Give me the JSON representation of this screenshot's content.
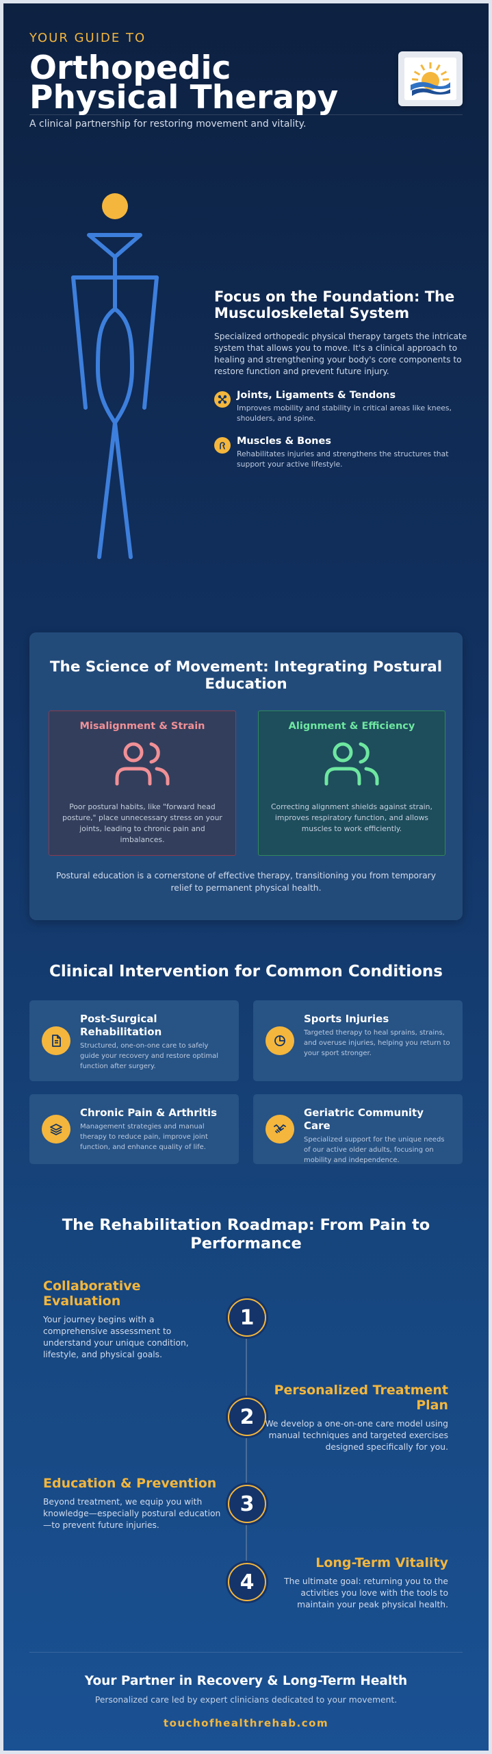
{
  "header": {
    "eyebrow": "YOUR GUIDE TO",
    "title": "Orthopedic Physical Therapy",
    "subtitle": "A clinical partnership for restoring movement and vitality."
  },
  "foundation": {
    "title": "Focus on the Foundation: The Musculoskeletal System",
    "lead": "Specialized orthopedic physical therapy targets the intricate system that allows you to move. It's a clinical approach to healing and strengthening your body's core components to restore function and prevent future injury.",
    "features": [
      {
        "icon": "bone-icon",
        "title": "Joints, Ligaments & Tendons",
        "text": "Improves mobility and stability in critical areas like knees, shoulders, and spine."
      },
      {
        "icon": "muscle-icon",
        "title": "Muscles & Bones",
        "text": "Rehabilitates injuries and strengthens the structures that support your active lifestyle."
      }
    ]
  },
  "science": {
    "title": "The Science of Movement: Integrating Postural Education",
    "bad": {
      "title": "Misalignment & Strain",
      "text": "Poor postural habits, like \"forward head posture,\" place unnecessary stress on your joints, leading to chronic pain and imbalances."
    },
    "good": {
      "title": "Alignment & Efficiency",
      "text": "Correcting alignment shields against strain, improves respiratory function, and allows muscles to work efficiently."
    },
    "note": "Postural education is a cornerstone of effective therapy, transitioning you from temporary relief to permanent physical health."
  },
  "clinical": {
    "title": "Clinical Intervention for Common Conditions",
    "cards": [
      {
        "icon": "clipboard-icon",
        "title": "Post-Surgical Rehabilitation",
        "text": "Structured, one-on-one care to safely guide your recovery and restore optimal function after surgery."
      },
      {
        "icon": "pie-chart-icon",
        "title": "Sports Injuries",
        "text": "Targeted therapy to heal sprains, strains, and overuse injuries, helping you return to your sport stronger."
      },
      {
        "icon": "layers-icon",
        "title": "Chronic Pain & Arthritis",
        "text": "Management strategies and manual therapy to reduce pain, improve joint function, and enhance quality of life."
      },
      {
        "icon": "handshake-icon",
        "title": "Geriatric Community Care",
        "text": "Specialized support for the unique needs of our active older adults, focusing on mobility and independence."
      }
    ]
  },
  "roadmap": {
    "title": "The Rehabilitation Roadmap: From Pain to Performance",
    "steps": [
      {
        "number": "1",
        "title": "Collaborative Evaluation",
        "text": "Your journey begins with a comprehensive assessment to understand your unique condition, lifestyle, and physical goals."
      },
      {
        "number": "2",
        "title": "Personalized Treatment Plan",
        "text": "We develop a one-on-one care model using manual techniques and targeted exercises designed specifically for you."
      },
      {
        "number": "3",
        "title": "Education & Prevention",
        "text": "Beyond treatment, we equip you with knowledge—especially postural education—to prevent future injuries."
      },
      {
        "number": "4",
        "title": "Long-Term Vitality",
        "text": "The ultimate goal: returning you to the activities you love with the tools to maintain your peak physical health."
      }
    ]
  },
  "footer": {
    "title": "Your Partner in Recovery & Long-Term Health",
    "text": "Personalized care led by expert clinicians dedicated to your movement.",
    "site": "touchofhealthrehab.com"
  },
  "colors": {
    "accent": "#f4b63c",
    "skeleton": "#3d7fdc",
    "bad": "#f19096",
    "good": "#6ee7a0"
  }
}
